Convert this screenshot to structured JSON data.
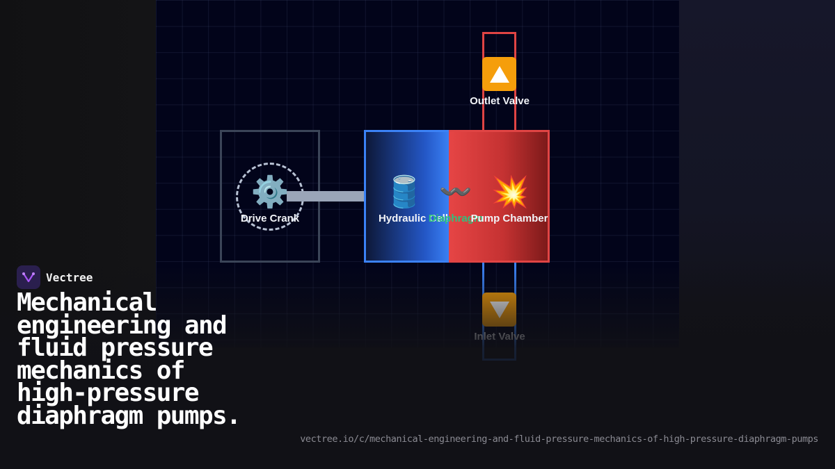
{
  "diagram": {
    "components": {
      "drive_crank": {
        "icon": "gear-icon",
        "glyph": "⚙️",
        "label": "Drive Crank"
      },
      "hydraulic_cell": {
        "icon": "oil-drum-icon",
        "glyph": "🛢️",
        "label": "Hydraulic Cell",
        "color": "#3b82f6"
      },
      "diaphragm": {
        "icon": "wavy-dash-icon",
        "glyph": "〰️",
        "label": "Diaphragm",
        "color": "#2ec27e"
      },
      "pump_chamber": {
        "icon": "collision-icon",
        "glyph": "💥",
        "label": "Pump Chamber",
        "color": "#e04444"
      },
      "outlet_valve": {
        "icon": "up-arrow-icon",
        "label": "Outlet Valve",
        "color": "#f59e0b"
      },
      "inlet_valve": {
        "icon": "down-arrow-icon",
        "label": "Inlet Valve",
        "color": "#f59e0b"
      }
    }
  },
  "brand": {
    "name": "Vectree",
    "logo": "vectree-logo-icon",
    "accent": "#a855f7"
  },
  "headline": "Mechanical engineering and fluid pressure mechanics of high-pressure diaphragm pumps.",
  "url": "vectree.io/c/mechanical-engineering-and-fluid-pressure-mechanics-of-high-pressure-diaphragm-pumps"
}
